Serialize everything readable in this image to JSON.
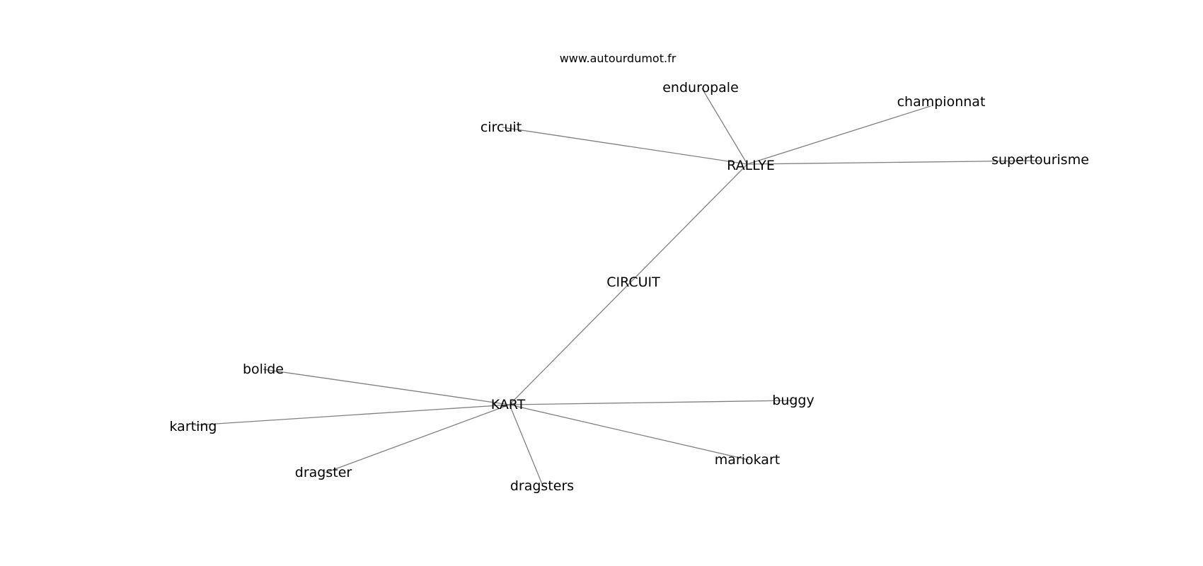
{
  "site": "www.autourdumot.fr",
  "nodes": [
    {
      "id": "RALLYE",
      "label": "RALLYE"
    },
    {
      "id": "KART",
      "label": "KART"
    },
    {
      "id": "CIRCUIT",
      "label": "CIRCUIT"
    },
    {
      "id": "circuit",
      "label": "circuit"
    },
    {
      "id": "enduropale",
      "label": "enduropale"
    },
    {
      "id": "championnat",
      "label": "championnat"
    },
    {
      "id": "supertourisme",
      "label": "supertourisme"
    },
    {
      "id": "bolide",
      "label": "bolide"
    },
    {
      "id": "karting",
      "label": "karting"
    },
    {
      "id": "dragster",
      "label": "dragster"
    },
    {
      "id": "dragsters",
      "label": "dragsters"
    },
    {
      "id": "mariokart",
      "label": "mariokart"
    },
    {
      "id": "buggy",
      "label": "buggy"
    }
  ],
  "edges": [
    [
      "RALLYE",
      "circuit"
    ],
    [
      "RALLYE",
      "enduropale"
    ],
    [
      "RALLYE",
      "championnat"
    ],
    [
      "RALLYE",
      "supertourisme"
    ],
    [
      "RALLYE",
      "CIRCUIT"
    ],
    [
      "CIRCUIT",
      "KART"
    ],
    [
      "KART",
      "bolide"
    ],
    [
      "KART",
      "karting"
    ],
    [
      "KART",
      "dragster"
    ],
    [
      "KART",
      "dragsters"
    ],
    [
      "KART",
      "mariokart"
    ],
    [
      "KART",
      "buggy"
    ]
  ]
}
